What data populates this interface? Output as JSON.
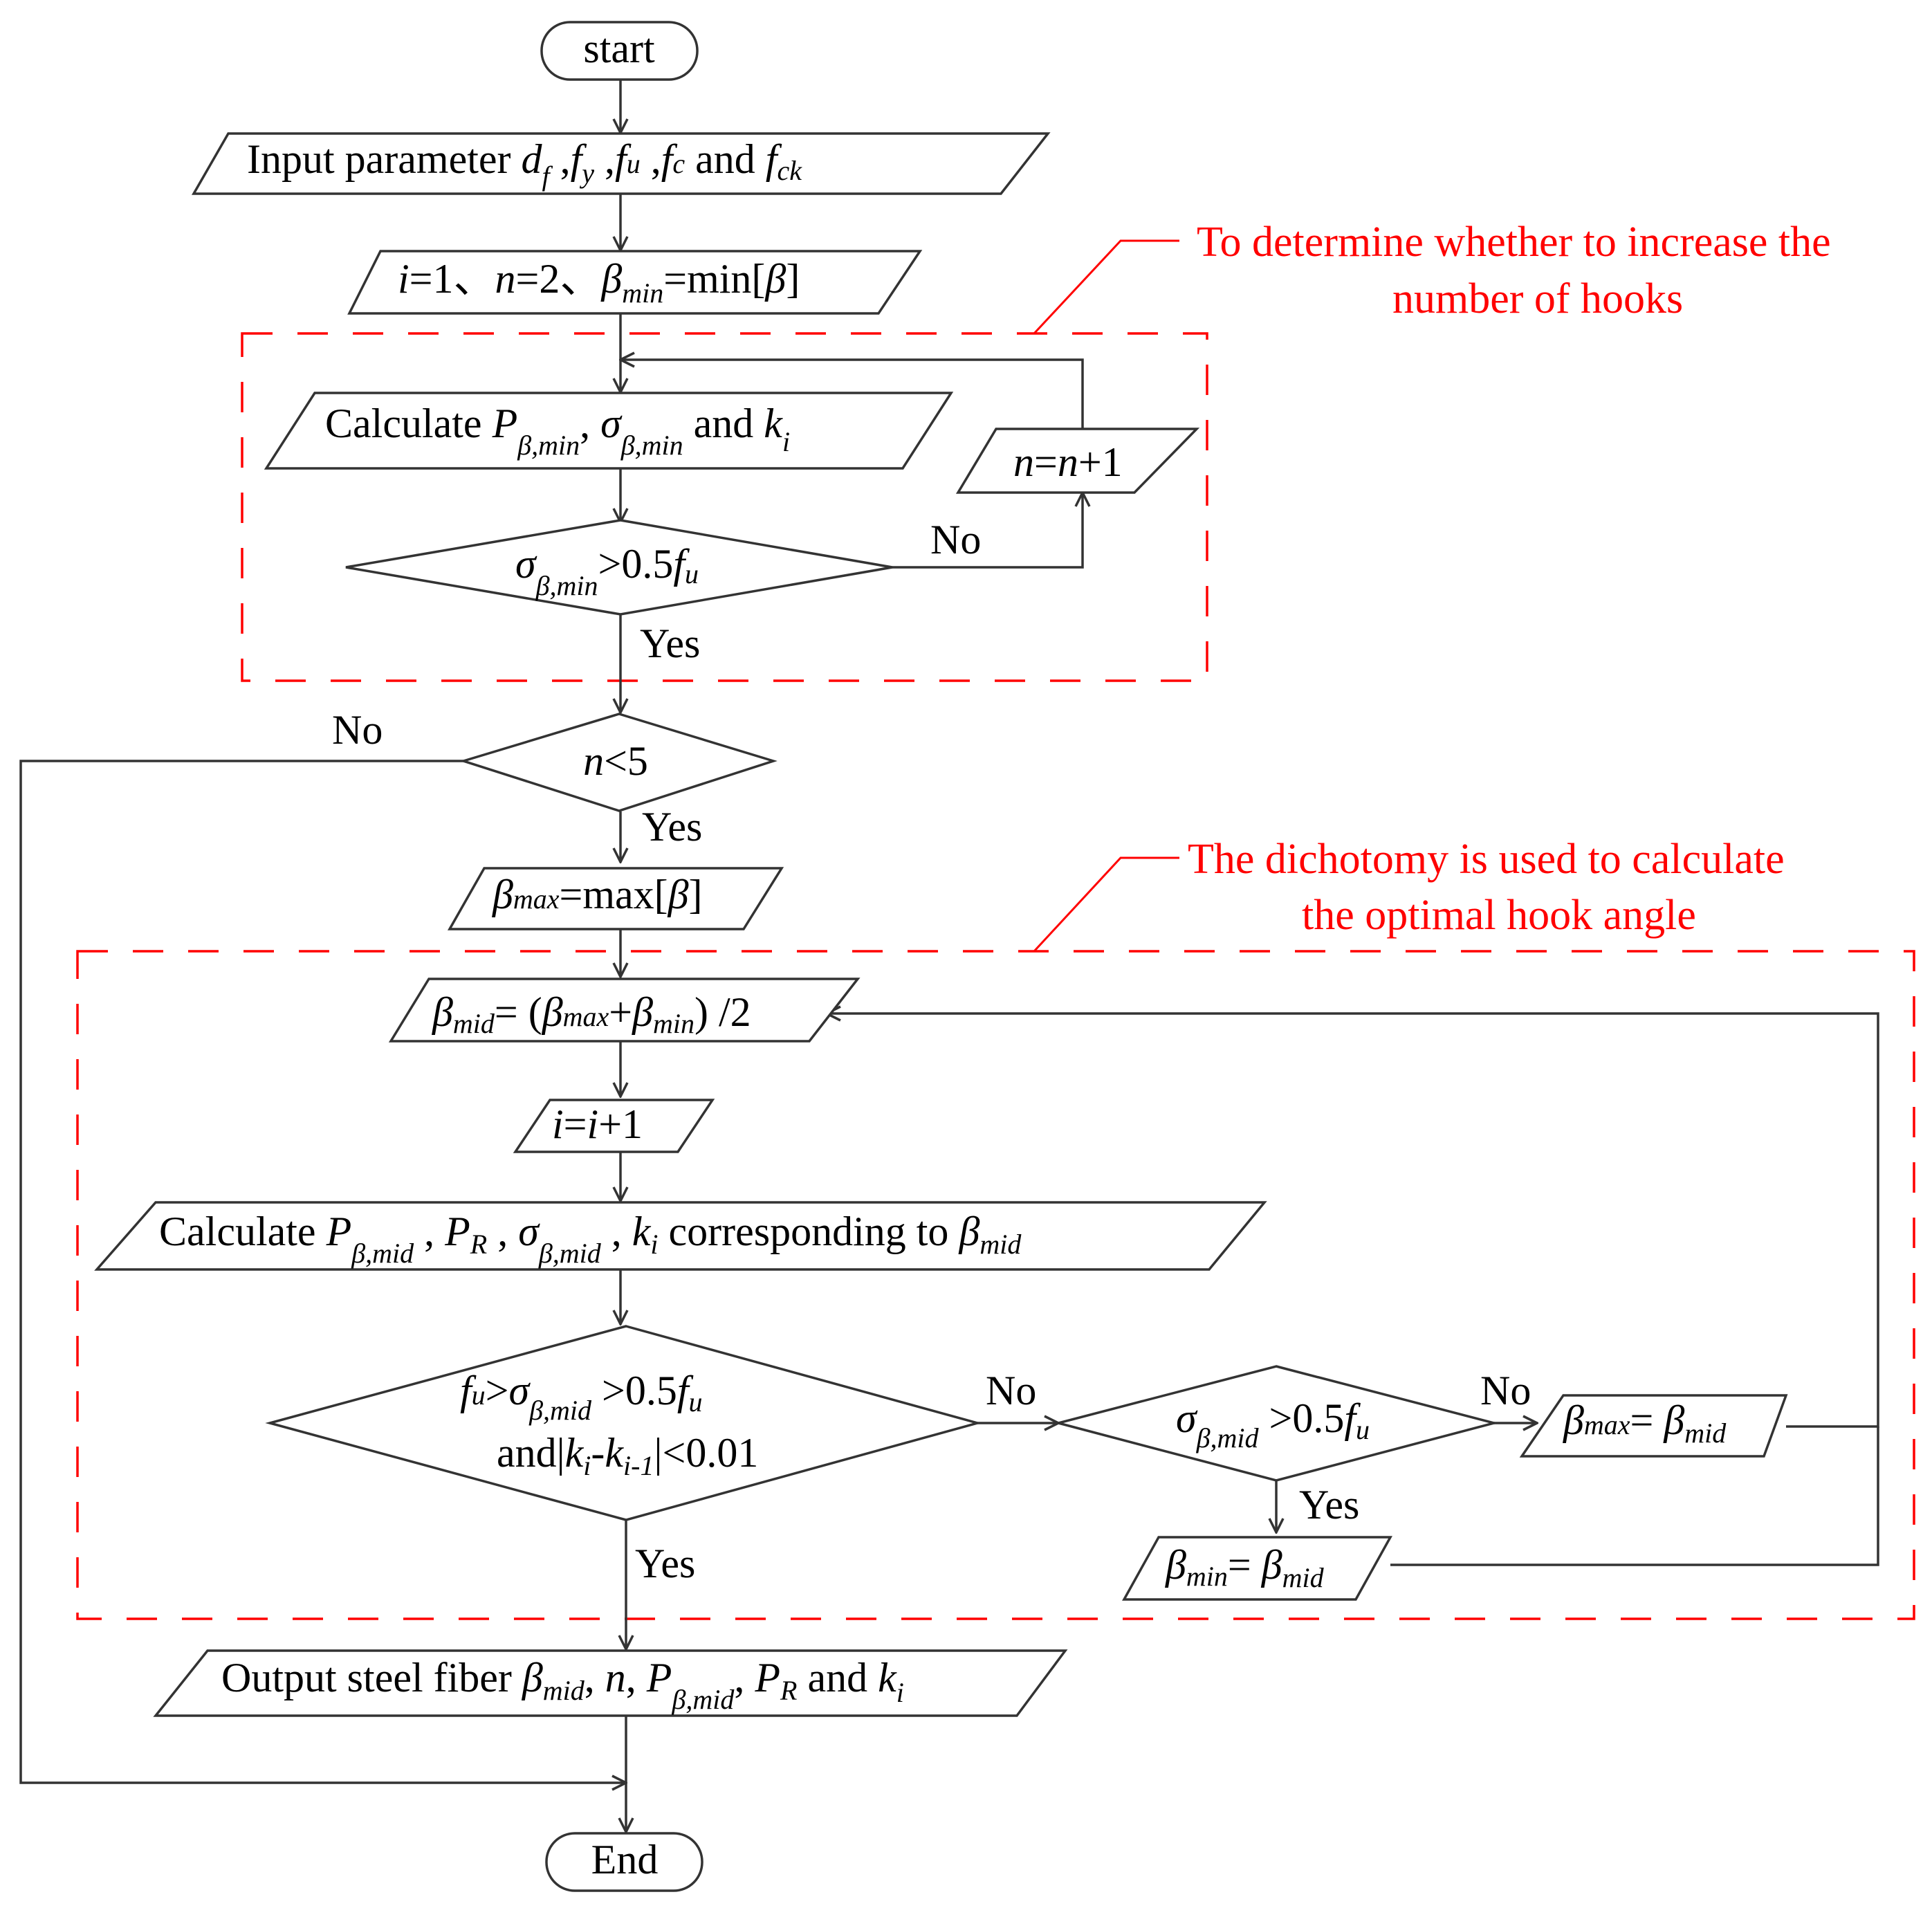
{
  "nodes": {
    "start": "start",
    "input": {
      "prefix": "Input parameter ",
      "d": "d",
      "d_sub": "f",
      "fy": "f",
      "fy_sub": "y",
      "fu": "f",
      "fu_sub": "u",
      "fc": "f",
      "fc_sub": "c",
      "and": " and ",
      "fck": "f",
      "fck_sub": "ck"
    },
    "init": {
      "i": "i",
      "eq1": "=1、",
      "n": "n",
      "eq2": "=2、",
      "beta": "β",
      "beta_sub": "min",
      "eq3": "=min[",
      "beta2": "β",
      "close": "]"
    },
    "calc_min": {
      "prefix": "Calculate ",
      "P": "P",
      "P_sub": "β,min",
      "comma": ", ",
      "sigma": "σ",
      "sigma_sub": "β,min",
      "and": " and ",
      "k": "k",
      "k_sub": "i"
    },
    "n_inc": {
      "n1": "n",
      "eq": "=",
      "n2": "n",
      "plus": "+1"
    },
    "cond_sigma": {
      "sigma": "σ",
      "sigma_sub": "β,min",
      "rest": ">0.5",
      "f": "f",
      "f_sub": "u"
    },
    "cond_n": {
      "n": "n",
      "rest": "<5"
    },
    "bmax_init": {
      "beta": "β",
      "beta_sub": "max",
      "rest": "=max[",
      "beta2": "β",
      "close": "]"
    },
    "bmid": {
      "beta": "β",
      "beta_sub": "mid",
      "eq": "= (",
      "b1": "β",
      "b1_sub": "max",
      "plus": "+",
      "b2": "β",
      "b2_sub": "min",
      "close": ") /2"
    },
    "i_inc": {
      "i1": "i",
      "eq": "=",
      "i2": "i",
      "plus": "+1"
    },
    "calc_mid": {
      "prefix": "Calculate ",
      "P": "P",
      "P_sub": "β,mid",
      "c1": " , ",
      "PR": "P",
      "PR_sub": "R",
      "c2": " , ",
      "sigma": "σ",
      "sigma_sub": "β,mid",
      "c3": " , ",
      "k": "k",
      "k_sub": "i",
      "mid": " corresponding to ",
      "beta": "β",
      "beta_sub": "mid"
    },
    "cond_main": {
      "f": "f",
      "f_sub": "u",
      "gt": ">",
      "sigma": "σ",
      "sigma_sub": "β,mid",
      "rest": " >0.5",
      "f2": "f",
      "f2_sub": "u",
      "line2a": "and|",
      "k1": "k",
      "k1_sub": "i",
      "dash": "-",
      "k2": "k",
      "k2_sub": "i-1",
      "line2b": "|<0.01"
    },
    "cond_sigma_mid": {
      "sigma": "σ",
      "sigma_sub": "β,mid",
      "rest": " >0.5",
      "f": "f",
      "f_sub": "u"
    },
    "bmax_set": {
      "b1": "β",
      "b1_sub": "max",
      "eq": "=  ",
      "b2": "β",
      "b2_sub": "mid"
    },
    "bmin_set": {
      "b1": "β",
      "b1_sub": "min",
      "eq": "=  ",
      "b2": "β",
      "b2_sub": "mid"
    },
    "output": {
      "prefix": "Output steel fiber ",
      "beta": "β",
      "beta_sub": "mid",
      "c1": ", ",
      "n": "n",
      "c2": ", ",
      "P": "P",
      "P_sub": "β,mid",
      "c3": ", ",
      "PR": "P",
      "PR_sub": "R",
      "and": " and ",
      "k": "k",
      "k_sub": "i"
    },
    "end": "End"
  },
  "edge_labels": {
    "no_sigma": "No",
    "yes_sigma": "Yes",
    "no_n": "No",
    "yes_n": "Yes",
    "no_main": "No",
    "yes_main": "Yes",
    "no_sigma_mid": "No",
    "yes_sigma_mid": "Yes"
  },
  "annotations": {
    "hooks_line1": "To determine whether to increase the",
    "hooks_line2": "number of hooks",
    "dichotomy_line1": "The dichotomy is used to calculate",
    "dichotomy_line2": "the optimal hook angle"
  },
  "colors": {
    "annotation": "#ff0000",
    "line": "#333333"
  }
}
